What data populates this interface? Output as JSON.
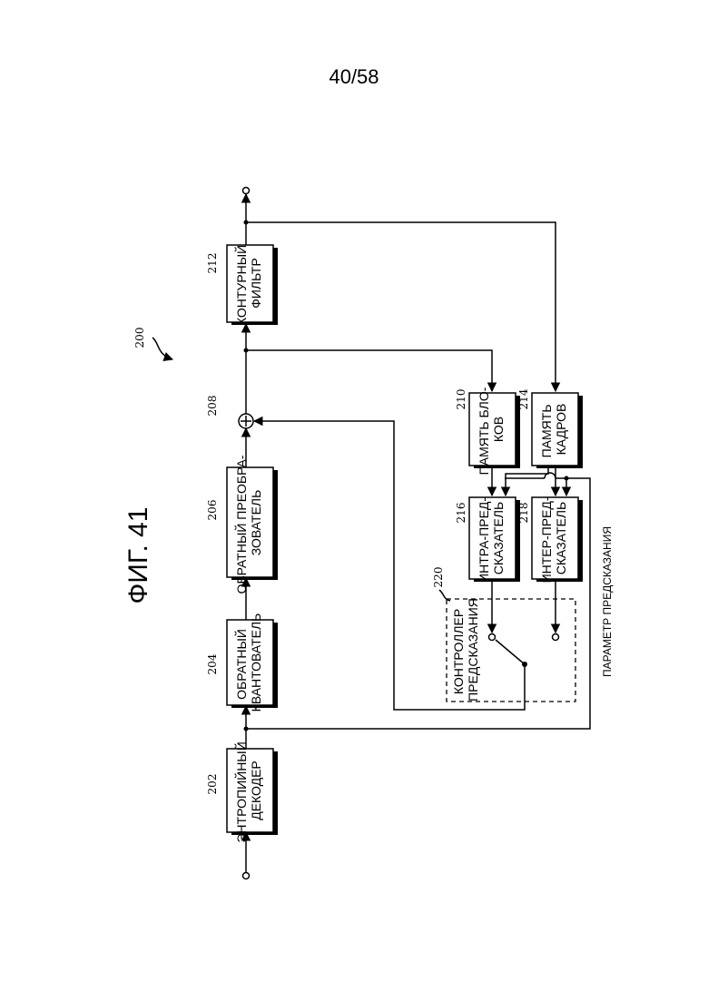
{
  "page_number": "40/58",
  "figure_title": "ФИГ. 41",
  "system_ref": "200",
  "blocks": {
    "entropy_decoder": {
      "ref": "202",
      "line1": "ЭНТРОПИЙНЫЙ",
      "line2": "ДЕКОДЕР"
    },
    "inverse_quantizer": {
      "ref": "204",
      "line1": "ОБРАТНЫЙ",
      "line2": "КВАНТОВАТЕЛЬ"
    },
    "inverse_transformer": {
      "ref": "206",
      "line1": "ОБРАТНЫЙ ПРЕОБРА-",
      "line2": "ЗОВАТЕЛЬ"
    },
    "adder": {
      "ref": "208"
    },
    "block_memory": {
      "ref": "210",
      "line1": "ПАМЯТЬ БЛО-",
      "line2": "КОВ"
    },
    "loop_filter": {
      "ref": "212",
      "line1": "КОНТУРНЫЙ",
      "line2": "ФИЛЬТР"
    },
    "frame_memory": {
      "ref": "214",
      "line1": "ПАМЯТЬ",
      "line2": "КАДРОВ"
    },
    "intra_predictor": {
      "ref": "216",
      "line1": "ИНТРА-ПРЕД-",
      "line2": "СКАЗАТЕЛЬ"
    },
    "inter_predictor": {
      "ref": "218",
      "line1": "ИНТЕР-ПРЕД-",
      "line2": "СКАЗАТЕЛЬ"
    },
    "prediction_controller": {
      "ref": "220",
      "line1": "КОНТРОЛЛЕР",
      "line2": "ПРЕДСКАЗАНИЯ"
    }
  },
  "prediction_parameter_label": "ПАРАМЕТР ПРЕДСКАЗАНИЯ"
}
